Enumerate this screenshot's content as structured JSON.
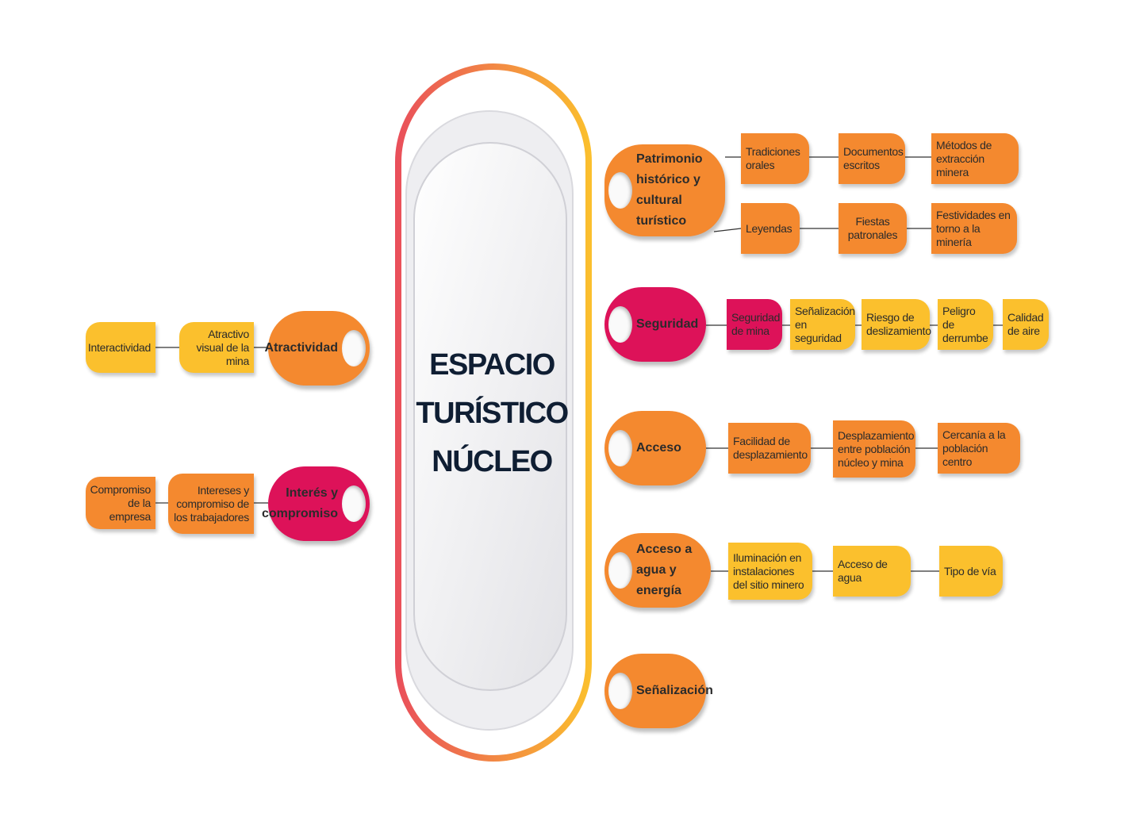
{
  "center": {
    "lines": [
      "ESPACIO",
      "TURÍSTICO",
      "NÚCLEO"
    ]
  },
  "colors": {
    "orange": "#f4892f",
    "yellow": "#fbc02d",
    "magenta": "#dd1259",
    "ring_start": "#e94e5b",
    "ring_end": "#fbc02d",
    "title": "#0f1e33"
  },
  "right_branches": [
    {
      "label": "Patrimonio histórico y cultural turístico",
      "color": "orange",
      "rows": [
        [
          "Tradiciones orales",
          "Documentos escritos",
          "Métodos de extracción minera"
        ],
        [
          "Leyendas",
          "Fiestas patronales",
          "Festividades en torno a la minería"
        ]
      ]
    },
    {
      "label": "Seguridad",
      "color": "magenta",
      "rows": [
        [
          "Seguridad de mina",
          "Señalización en seguridad",
          "Riesgo de deslizamiento",
          "Peligro de derrumbe",
          "Calidad de aire"
        ]
      ]
    },
    {
      "label": "Acceso",
      "color": "orange",
      "rows": [
        [
          "Facilidad de desplazamiento",
          "Desplazamiento entre población núcleo y mina",
          "Cercanía a la población centro"
        ]
      ]
    },
    {
      "label": "Acceso a agua y energía",
      "color": "orange",
      "rows": [
        [
          "Iluminación en instalaciones del sitio minero",
          "Acceso de agua",
          "Tipo de vía"
        ]
      ]
    },
    {
      "label": "Señalización",
      "color": "orange",
      "rows": []
    }
  ],
  "left_branches": [
    {
      "label": "Atractividad",
      "color": "orange",
      "items": [
        "Atractivo visual de la mina",
        "Interactividad"
      ]
    },
    {
      "label": "Interés y compromiso",
      "color": "magenta",
      "items": [
        "Intereses y compromiso de los trabajadores",
        "Compromiso de la empresa"
      ]
    }
  ]
}
